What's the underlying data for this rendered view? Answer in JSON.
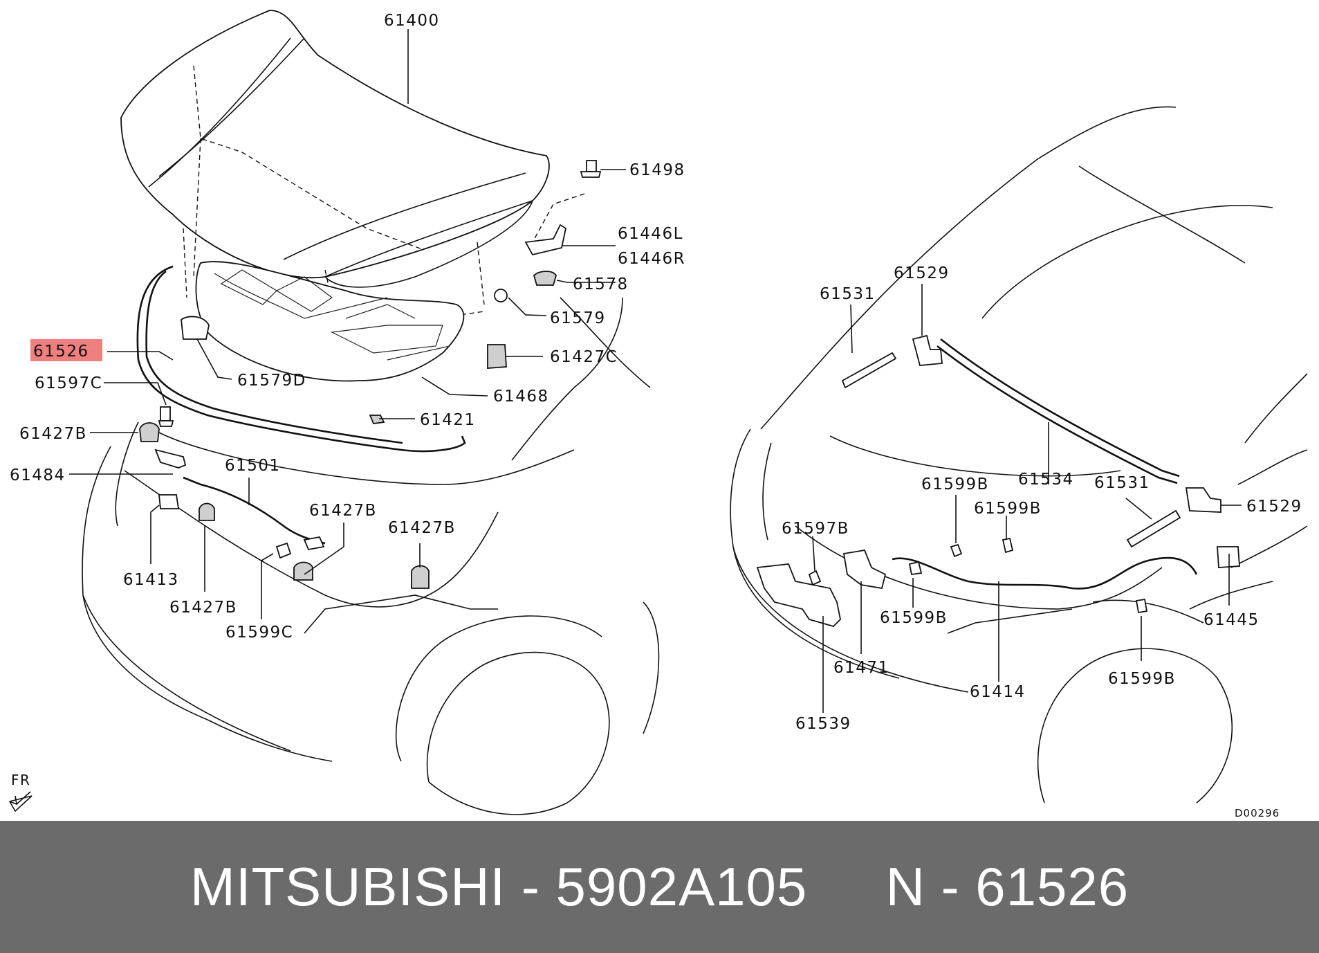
{
  "diagram": {
    "part_labels_left": {
      "p61400": "61400",
      "p61498": "61498",
      "p61446L": "61446L",
      "p61446R": "61446R",
      "p61578": "61578",
      "p61579": "61579",
      "p61427C": "61427C",
      "p61526": "61526",
      "p61579D": "61579D",
      "p61468": "61468",
      "p61597C": "61597C",
      "p61421": "61421",
      "p61427B_a": "61427B",
      "p61484": "61484",
      "p61501": "61501",
      "p61427B_b": "61427B",
      "p61427B_c": "61427B",
      "p61413": "61413",
      "p61427B_d": "61427B",
      "p61599C": "61599C"
    },
    "part_labels_right": {
      "p61529_a": "61529",
      "p61531_a": "61531",
      "p61599B_a": "61599B",
      "p61534": "61534",
      "p61531_b": "61531",
      "p61529_b": "61529",
      "p61599B_b": "61599B",
      "p61597B": "61597B",
      "p61599B_c": "61599B",
      "p61445": "61445",
      "p61471": "61471",
      "p61414": "61414",
      "p61599B_d": "61599B",
      "p61539": "61539"
    },
    "highlighted_part": "61526",
    "highlight_color": "#f08080",
    "direction_label": "FR",
    "reference_code": "D00296"
  },
  "banner": {
    "text": "MITSUBISHI - 5902A105     N - 61526",
    "background": "#6b6b6b",
    "text_color": "#ffffff"
  }
}
